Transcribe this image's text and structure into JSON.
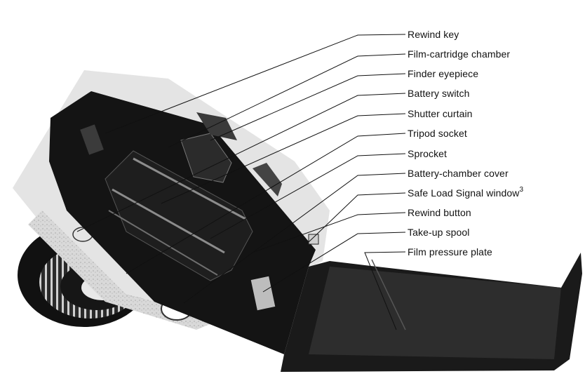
{
  "figure": {
    "labels": [
      {
        "id": "rewind-key",
        "text": "Rewind key"
      },
      {
        "id": "film-cartridge-chamber",
        "text": "Film-cartridge chamber"
      },
      {
        "id": "finder-eyepiece",
        "text": "Finder eyepiece"
      },
      {
        "id": "battery-switch",
        "text": "Battery switch"
      },
      {
        "id": "shutter-curtain",
        "text": "Shutter curtain"
      },
      {
        "id": "tripod-socket",
        "text": "Tripod socket"
      },
      {
        "id": "sprocket",
        "text": "Sprocket"
      },
      {
        "id": "battery-chamber-cover",
        "text": "Battery-chamber cover"
      },
      {
        "id": "safe-load-signal-window",
        "text": "Safe Load Signal window",
        "footnote": "3"
      },
      {
        "id": "rewind-button",
        "text": "Rewind button"
      },
      {
        "id": "take-up-spool",
        "text": "Take-up spool"
      },
      {
        "id": "film-pressure-plate",
        "text": "Film pressure plate"
      }
    ]
  }
}
